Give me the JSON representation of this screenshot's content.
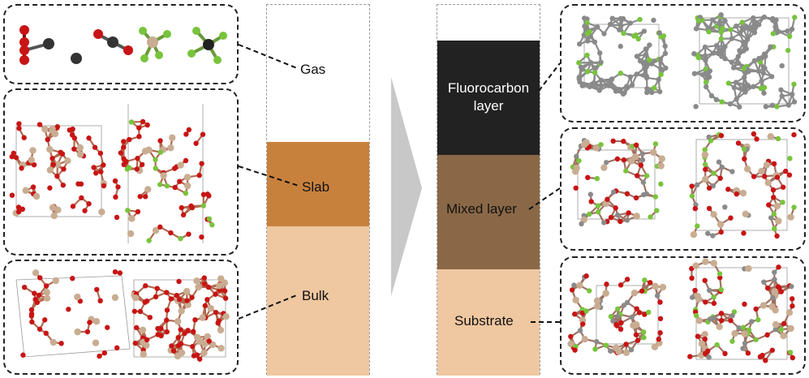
{
  "left_column": {
    "labels": {
      "gas": "Gas",
      "slab": "Slab",
      "bulk": "Bulk"
    },
    "colors": {
      "gas": "#ffffff",
      "slab": "#c8813d",
      "bulk": "#efc7a0"
    }
  },
  "right_column": {
    "labels": {
      "fluorocarbon_line1": "Fluorocarbon",
      "fluorocarbon_line2": "layer",
      "mixed": "Mixed layer",
      "substrate": "Substrate"
    },
    "colors": {
      "top": "#ffffff",
      "fluorocarbon": "#222222",
      "mixed": "#8a6847",
      "substrate": "#efc7a0"
    }
  },
  "atom_colors": {
    "oxygen": "#c81414",
    "carbon": "#333333",
    "silicon": "#c9ad92",
    "fluorine": "#78c43c",
    "gray_carbon": "#8a8a8a"
  },
  "arrow_color": "#c8c8c8"
}
